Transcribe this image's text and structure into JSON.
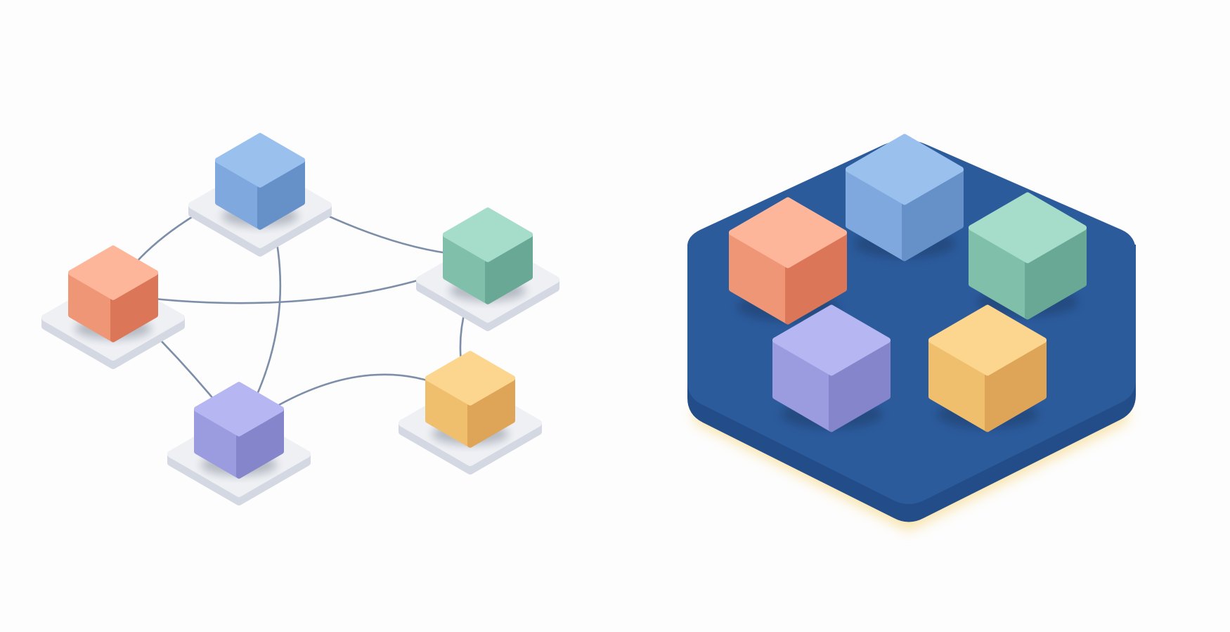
{
  "colors": {
    "background": "#fdfdfd",
    "connector": "#7d8ea9",
    "pad_top": "#eef0f4",
    "pad_side": "#d4d8e2",
    "platform_top": "#2c5b9c",
    "platform_side": "#234d88",
    "platform_glow": "#f6d98a"
  },
  "cubes": [
    {
      "id": "blue",
      "name": "blue-cube",
      "top": "#9ac0ee",
      "left": "#7ea8de",
      "right": "#6690c8"
    },
    {
      "id": "orange",
      "name": "orange-cube",
      "top": "#fdb69a",
      "left": "#ee9676",
      "right": "#dc7658"
    },
    {
      "id": "green",
      "name": "green-cube",
      "top": "#a5dcca",
      "left": "#80bfaa",
      "right": "#68a894"
    },
    {
      "id": "purple",
      "name": "purple-cube",
      "top": "#b6b6f2",
      "left": "#9b9be0",
      "right": "#8585cc"
    },
    {
      "id": "yellow",
      "name": "yellow-cube",
      "top": "#fcd68e",
      "left": "#f0bf6e",
      "right": "#dea558"
    }
  ],
  "connections": [
    [
      "blue",
      "orange"
    ],
    [
      "blue",
      "green"
    ],
    [
      "blue",
      "purple"
    ],
    [
      "orange",
      "green"
    ],
    [
      "orange",
      "purple"
    ],
    [
      "green",
      "yellow"
    ],
    [
      "purple",
      "yellow"
    ]
  ]
}
